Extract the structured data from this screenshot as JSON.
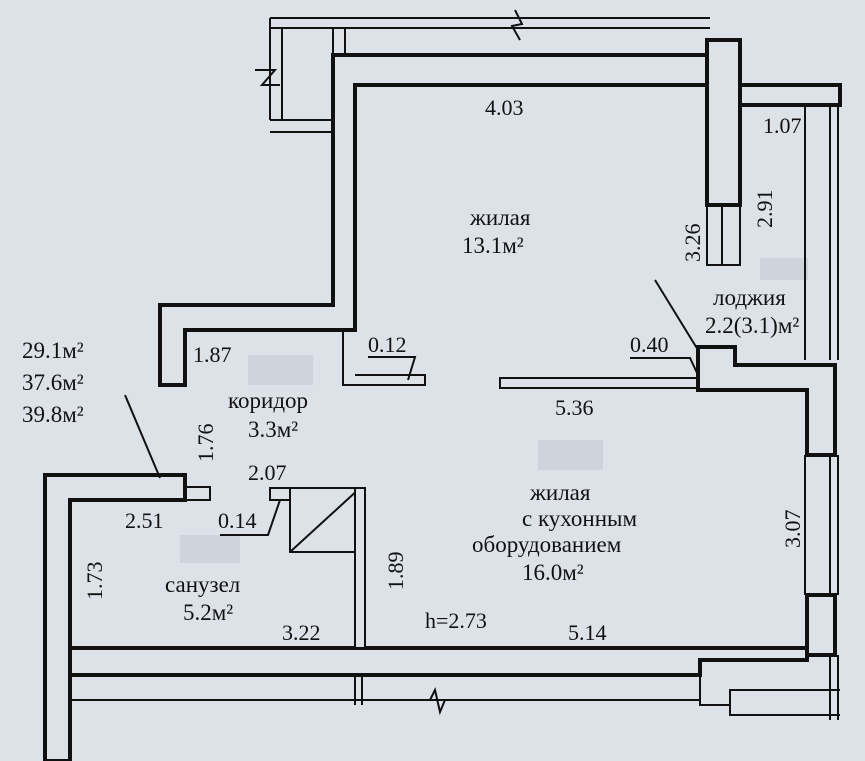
{
  "areas": {
    "total_living": "29.1м²",
    "total": "37.6м²",
    "total_with_loggia": "39.8м²"
  },
  "rooms": {
    "living1": {
      "name": "жилая",
      "area": "13.1м²"
    },
    "loggia": {
      "name": "лоджия",
      "area": "2.2(3.1)м²"
    },
    "corridor": {
      "name": "коридор",
      "area": "3.3м²"
    },
    "bathroom": {
      "name": "санузел",
      "area": "5.2м²"
    },
    "kitchen_living": {
      "name1": "жилая",
      "name2": "с кухонным",
      "name3": "оборудованием",
      "area": "16.0м²"
    }
  },
  "dims": {
    "d403": "4.03",
    "d107": "1.07",
    "d326": "3.26",
    "d291": "2.91",
    "d040": "0.40",
    "d012": "0.12",
    "d187": "1.87",
    "d176": "1.76",
    "d536": "5.36",
    "d207": "2.07",
    "d014": "0.14",
    "d251": "2.51",
    "d173": "1.73",
    "d322": "3.22",
    "d189": "1.89",
    "d514": "5.14",
    "d307": "3.07"
  },
  "height": "h=2.73"
}
